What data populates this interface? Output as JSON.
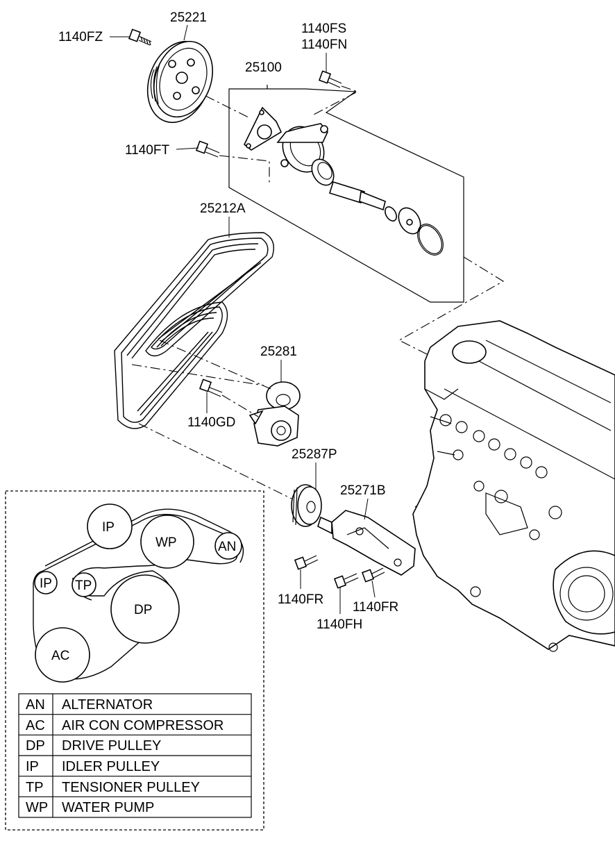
{
  "callouts": {
    "water_pump_pulley": "25221",
    "bolt_pulley": "1140FZ",
    "bolt_pump_top_1": "1140FS",
    "bolt_pump_top_2": "1140FN",
    "water_pump_assembly": "25100",
    "bolt_pump_side": "1140FT",
    "drive_belt": "25212A",
    "tensioner_assembly": "25281",
    "bolt_tensioner": "1140GD",
    "idler_pulley": "25287P",
    "idler_bracket": "25271B",
    "bolt_bracket_left": "1140FR",
    "bolt_bracket_mid": "1140FH",
    "bolt_bracket_right": "1140FR"
  },
  "belt_routing": {
    "pulleys": [
      {
        "code": "IP",
        "id": "ip-top"
      },
      {
        "code": "WP",
        "id": "wp"
      },
      {
        "code": "AN",
        "id": "an"
      },
      {
        "code": "IP",
        "id": "ip-left"
      },
      {
        "code": "TP",
        "id": "tp"
      },
      {
        "code": "DP",
        "id": "dp"
      },
      {
        "code": "AC",
        "id": "ac"
      }
    ]
  },
  "legend": [
    {
      "code": "AN",
      "name": "ALTERNATOR"
    },
    {
      "code": "AC",
      "name": "AIR CON COMPRESSOR"
    },
    {
      "code": "DP",
      "name": "DRIVE PULLEY"
    },
    {
      "code": "IP",
      "name": "IDLER PULLEY"
    },
    {
      "code": "TP",
      "name": "TENSIONER PULLEY"
    },
    {
      "code": "WP",
      "name": "WATER PUMP"
    }
  ]
}
